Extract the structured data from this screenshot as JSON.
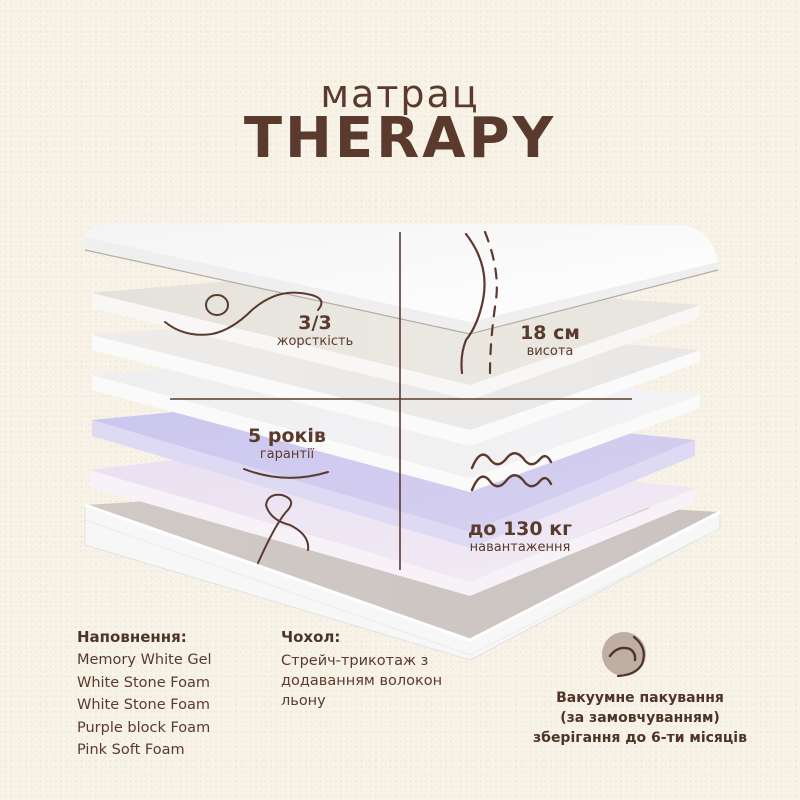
{
  "header": {
    "subtitle": "матрац",
    "title": "THERAPY"
  },
  "colors": {
    "background": "#f8f3e8",
    "text_brown": "#5b3a2e",
    "layer_purple": "#cdc8ee",
    "layer_pink": "#ece3f3",
    "layer_beige": "#e9e6df",
    "layer_grey_base": "#cfc8c4",
    "icon_circle": "#bfaea3"
  },
  "features": {
    "firmness": {
      "value": "3/3",
      "label": "жорсткість",
      "icon": "curve-squiggle-icon"
    },
    "height": {
      "value": "18 см",
      "label": "висота",
      "icon": "spine-curve-icon"
    },
    "warranty": {
      "value": "5 років",
      "label": "гарантії",
      "icon": "smile-curve-icon"
    },
    "load": {
      "value": "до 130 кг",
      "label": "навантаження",
      "icon": "double-wave-icon"
    }
  },
  "filling": {
    "title": "Наповнення:",
    "items": [
      "Memory White Gel",
      "White Stone Foam",
      "White Stone Foam",
      "Purple block Foam",
      "Pink Soft Foam"
    ]
  },
  "cover": {
    "title": "Чохол:",
    "text": "Стрейч-трикотаж з додаванням волокон льону"
  },
  "packaging": {
    "icon": "vacuum-roll-icon",
    "line1": "Вакуумне пакування",
    "line2": "(за замовчуванням)",
    "line3": "зберігання до 6-ти місяців"
  }
}
